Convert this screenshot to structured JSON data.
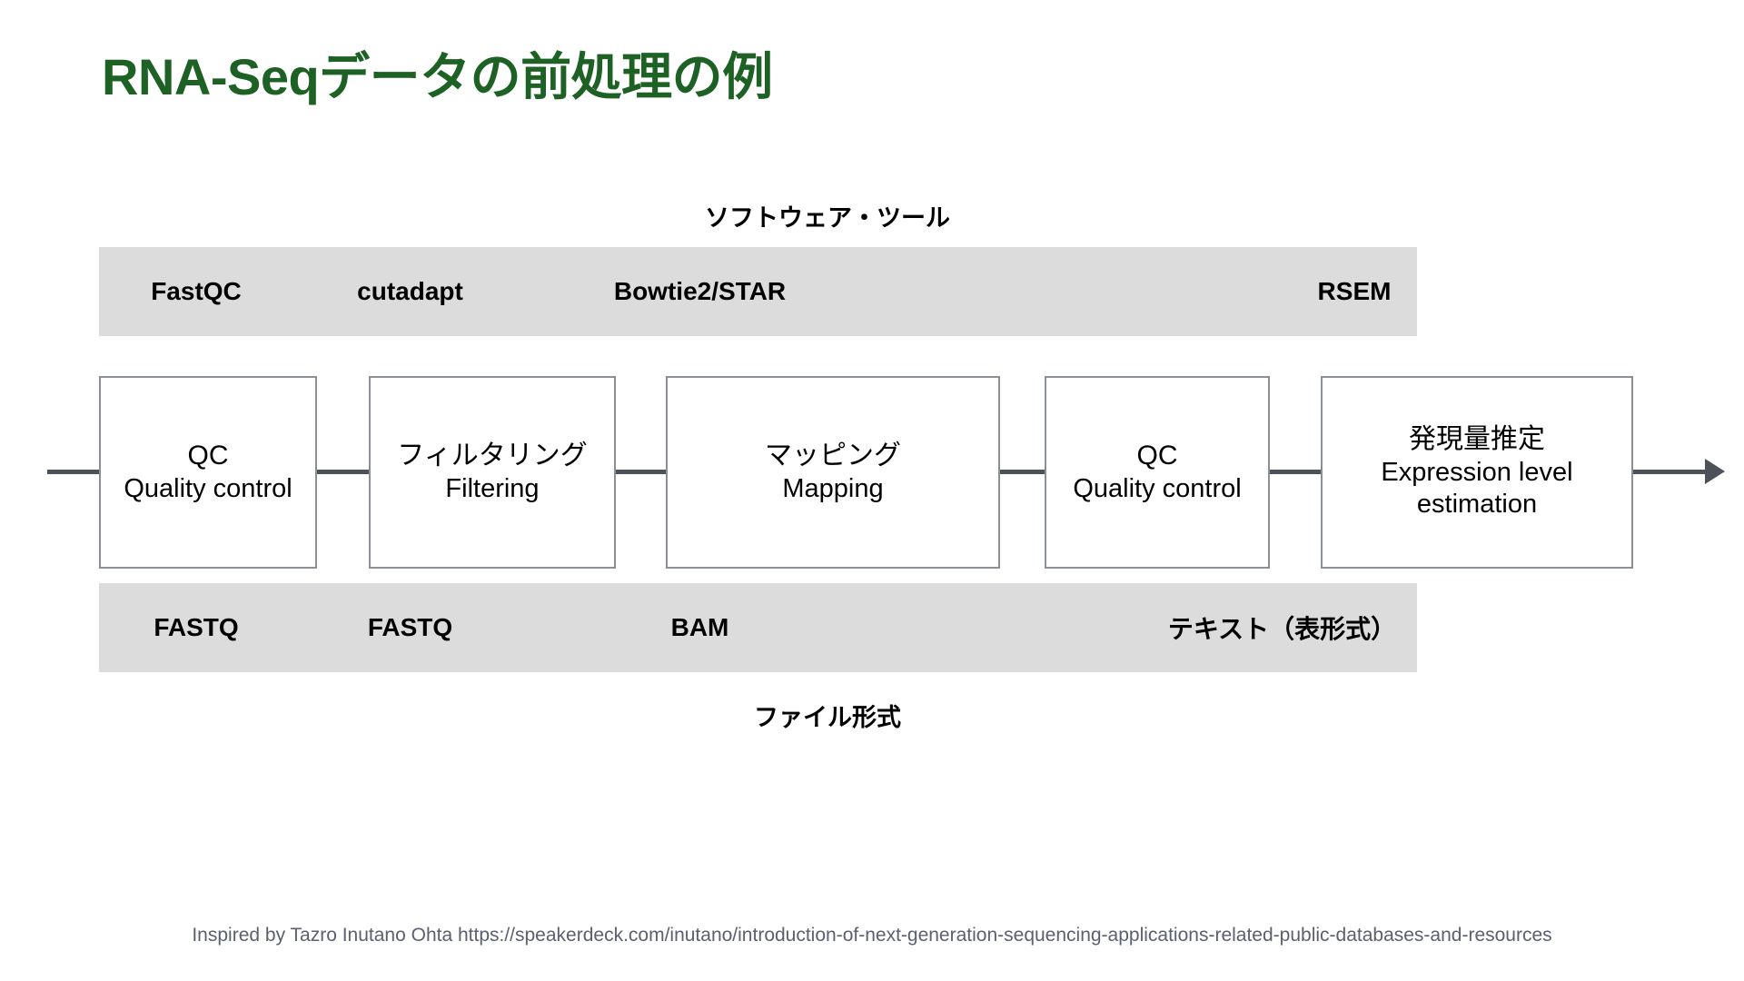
{
  "slide": {
    "title": "RNA-Seqデータの前処理の例",
    "title_color": "#1d6125",
    "background": "#ffffff"
  },
  "captions": {
    "software": "ソフトウェア・ツール",
    "file_format": "ファイル形式"
  },
  "software_bar": {
    "background": "#dcdcdc",
    "items": [
      {
        "label": "FastQC"
      },
      {
        "label": "cutadapt"
      },
      {
        "label": "Bowtie2/STAR"
      },
      {
        "label": "RSEM"
      }
    ]
  },
  "file_format_bar": {
    "background": "#dcdcdc",
    "items": [
      {
        "label": "FASTQ"
      },
      {
        "label": "FASTQ"
      },
      {
        "label": "BAM"
      },
      {
        "label": "テキスト（表形式）"
      }
    ]
  },
  "pipeline": {
    "line_color": "#4d525a",
    "box_border_color": "#8b8f96",
    "steps": [
      {
        "ja": "QC",
        "en": "Quality control"
      },
      {
        "ja": "フィルタリング",
        "en": "Filtering"
      },
      {
        "ja": "マッピング",
        "en": "Mapping"
      },
      {
        "ja": "QC",
        "en": "Quality control"
      },
      {
        "ja": "発現量推定",
        "en": "Expression level estimation"
      }
    ]
  },
  "footer": {
    "credit": "Inspired by Tazro Inutano Ohta  https://speakerdeck.com/inutano/introduction-of-next-generation-sequencing-applications-related-public-databases-and-resources",
    "color": "#5b6070"
  }
}
